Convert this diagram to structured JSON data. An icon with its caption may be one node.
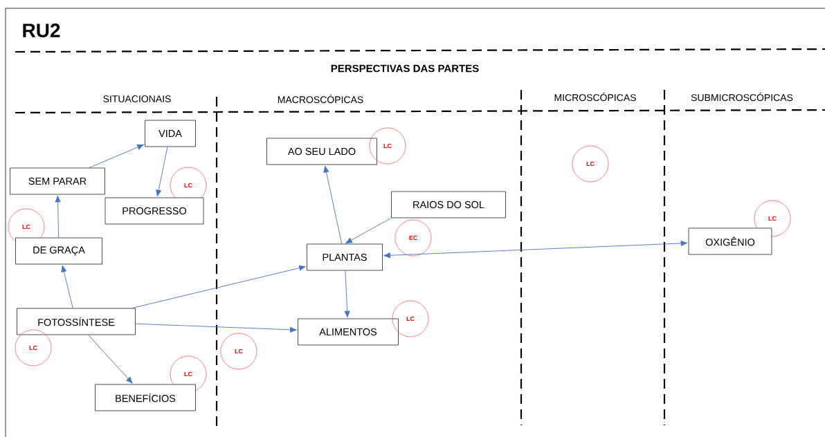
{
  "diagram": {
    "title": "RU2",
    "nodes": [
      {
        "text": [
          "VIDA"
        ]
      },
      {
        "text": [
          "AO SEU LADO"
        ]
      },
      {
        "text": [
          "LC"
        ]
      },
      {
        "text": [
          "LC"
        ]
      },
      {
        "text": [
          "SEM PARAR"
        ]
      },
      {
        "text": [
          "LC"
        ]
      },
      {
        "text": [
          "RAIOS DO SOL"
        ]
      },
      {
        "text": [
          "PROGRESSO"
        ]
      },
      {
        "text": [
          "LC"
        ]
      },
      {
        "text": [
          "LC"
        ]
      },
      {
        "text": [
          "EC"
        ]
      },
      {
        "text": [
          "OXIGÊNIO"
        ]
      },
      {
        "text": [
          "DE GRAÇA"
        ]
      },
      {
        "text": [
          "PLANTAS"
        ]
      },
      {
        "text": [
          "FOTOSSÍNTESE"
        ]
      },
      {
        "text": [
          "LC"
        ]
      },
      {
        "text": [
          "ALIMENTOS"
        ]
      },
      {
        "text": [
          "LC"
        ]
      },
      {
        "text": [
          "LC"
        ]
      },
      {
        "text": [
          "LC"
        ]
      },
      {
        "text": [
          "BENEFÍCIOS"
        ]
      }
    ],
    "edges": [
      {
        "from": 4,
        "to": 0,
        "arrow": "to"
      },
      {
        "from": 0,
        "to": 7,
        "arrow": "to"
      },
      {
        "from": 12,
        "to": 4,
        "arrow": "to"
      },
      {
        "from": 14,
        "to": 12,
        "arrow": "to"
      },
      {
        "from": 14,
        "to": 20,
        "arrow": "to"
      },
      {
        "from": 14,
        "to": 13,
        "arrow": "to"
      },
      {
        "from": 14,
        "to": 16,
        "arrow": "to"
      },
      {
        "from": 13,
        "to": 1,
        "arrow": "to"
      },
      {
        "from": 13,
        "to": 16,
        "arrow": "to"
      },
      {
        "from": 6,
        "to": 13,
        "arrow": "to"
      },
      {
        "from": 13,
        "to": 11,
        "arrow": "both"
      }
    ],
    "labels": [
      "PERSPECTIVAS DAS PARTES",
      "SITUACIONAIS",
      "MACROSCÓPICAS",
      "MICROSCÓPICAS",
      "SUBMICROSCÓPICAS"
    ]
  }
}
